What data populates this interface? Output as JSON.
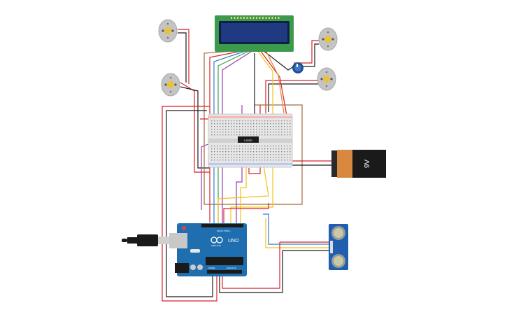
{
  "battery": {
    "voltage_label": "9V"
  },
  "arduino": {
    "model_label": "UNO",
    "brand_label": "ARDUINO",
    "digital_label": "DIGITAL (PWM~)",
    "analog_label": "ANALOG IN",
    "power_label": "POWER"
  },
  "driver_chip": {
    "label": "L293D"
  },
  "colors": {
    "wire_red": "#d8232a",
    "wire_black": "#1c1c1c",
    "wire_yellow": "#f2c216",
    "wire_blue": "#2f7fd0",
    "wire_green": "#3aa34a",
    "wire_purple": "#9b3fb5",
    "wire_brown": "#a4693a",
    "wire_orange": "#e8862b",
    "lcd_bezel": "#3c9a4d",
    "lcd_screen": "#1f3a80",
    "arduino_board": "#1f6fb0",
    "battery_body": "#1a1a1a",
    "battery_label": "#d9883f"
  }
}
